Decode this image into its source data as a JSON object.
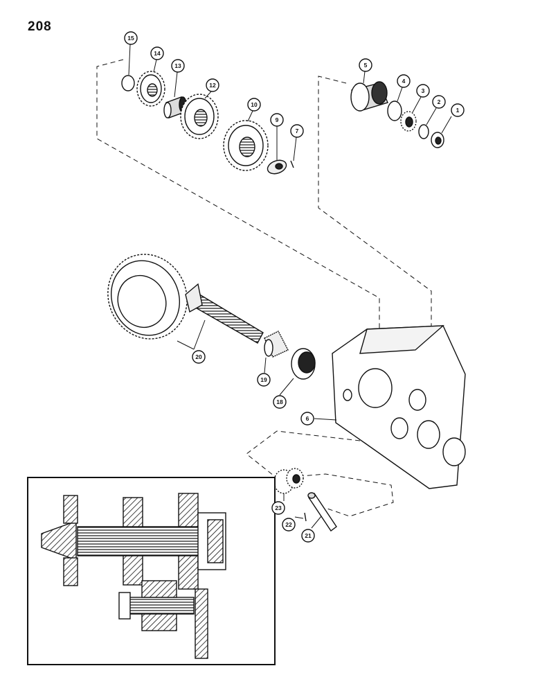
{
  "page": {
    "number": "208"
  },
  "callouts": {
    "c1": "1",
    "c2": "2",
    "c3": "3",
    "c4": "4",
    "c5": "5",
    "c6": "6",
    "c7": "7",
    "c9": "9",
    "c10": "10",
    "c12": "12",
    "c13": "13",
    "c14": "14",
    "c15": "15",
    "c18": "18",
    "c19": "19",
    "c20": "20",
    "c21": "21",
    "c22": "22",
    "c23": "23"
  }
}
